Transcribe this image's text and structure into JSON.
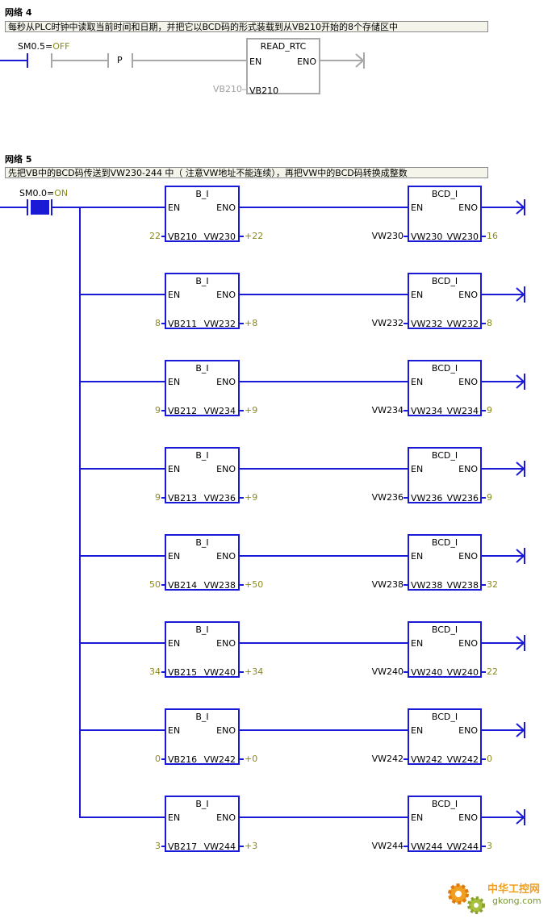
{
  "network4": {
    "title": "网络 4",
    "comment": "每秒从PLC时钟中读取当前时间和日期，并把它以BCD码的形式装载到从VB210开始的8个存储区中",
    "contact": {
      "name": "SM0.5",
      "sep": "=",
      "state": "OFF"
    },
    "p_label": "P",
    "block": {
      "name": "READ_RTC",
      "en": "EN",
      "eno": "ENO",
      "in_pin": "VB210",
      "in_value": "VB210"
    }
  },
  "network5": {
    "title": "网络 5",
    "comment": "先把VB中的BCD码传送到VW230-244 中（ 注意VW地址不能连续），再把VW中的BCD码转换成整数",
    "contact": {
      "name": "SM0.0",
      "sep": "=",
      "state": "ON"
    },
    "en_label": "EN",
    "eno_label": "ENO",
    "rungs": [
      {
        "bi": {
          "name": "B_I",
          "in_val": "22",
          "in_pin": "VB210",
          "out_pin": "VW230",
          "out_val": "+22"
        },
        "bcd": {
          "name": "BCD_I",
          "in_val": "VW230",
          "in_pin": "VW230",
          "out_pin": "VW230",
          "out_val": "16"
        }
      },
      {
        "bi": {
          "name": "B_I",
          "in_val": "8",
          "in_pin": "VB211",
          "out_pin": "VW232",
          "out_val": "+8"
        },
        "bcd": {
          "name": "BCD_I",
          "in_val": "VW232",
          "in_pin": "VW232",
          "out_pin": "VW232",
          "out_val": "8"
        }
      },
      {
        "bi": {
          "name": "B_I",
          "in_val": "9",
          "in_pin": "VB212",
          "out_pin": "VW234",
          "out_val": "+9"
        },
        "bcd": {
          "name": "BCD_I",
          "in_val": "VW234",
          "in_pin": "VW234",
          "out_pin": "VW234",
          "out_val": "9"
        }
      },
      {
        "bi": {
          "name": "B_I",
          "in_val": "9",
          "in_pin": "VB213",
          "out_pin": "VW236",
          "out_val": "+9"
        },
        "bcd": {
          "name": "BCD_I",
          "in_val": "VW236",
          "in_pin": "VW236",
          "out_pin": "VW236",
          "out_val": "9"
        }
      },
      {
        "bi": {
          "name": "B_I",
          "in_val": "50",
          "in_pin": "VB214",
          "out_pin": "VW238",
          "out_val": "+50"
        },
        "bcd": {
          "name": "BCD_I",
          "in_val": "VW238",
          "in_pin": "VW238",
          "out_pin": "VW238",
          "out_val": "32"
        }
      },
      {
        "bi": {
          "name": "B_I",
          "in_val": "34",
          "in_pin": "VB215",
          "out_pin": "VW240",
          "out_val": "+34"
        },
        "bcd": {
          "name": "BCD_I",
          "in_val": "VW240",
          "in_pin": "VW240",
          "out_pin": "VW240",
          "out_val": "22"
        }
      },
      {
        "bi": {
          "name": "B_I",
          "in_val": "0",
          "in_pin": "VB216",
          "out_pin": "VW242",
          "out_val": "+0"
        },
        "bcd": {
          "name": "BCD_I",
          "in_val": "VW242",
          "in_pin": "VW242",
          "out_pin": "VW242",
          "out_val": "0"
        }
      },
      {
        "bi": {
          "name": "B_I",
          "in_val": "3",
          "in_pin": "VB217",
          "out_pin": "VW244",
          "out_val": "+3"
        },
        "bcd": {
          "name": "BCD_I",
          "in_val": "VW244",
          "in_pin": "VW244",
          "out_pin": "VW244",
          "out_val": "3"
        }
      }
    ]
  },
  "watermark": {
    "cn": "中华工控网",
    "url": "gkong.com"
  },
  "colors": {
    "wire": "#1a1ad6",
    "wire_off": "#a8a8a8",
    "value": "#8a8a1e",
    "contact_on": "#1a1ad6"
  }
}
